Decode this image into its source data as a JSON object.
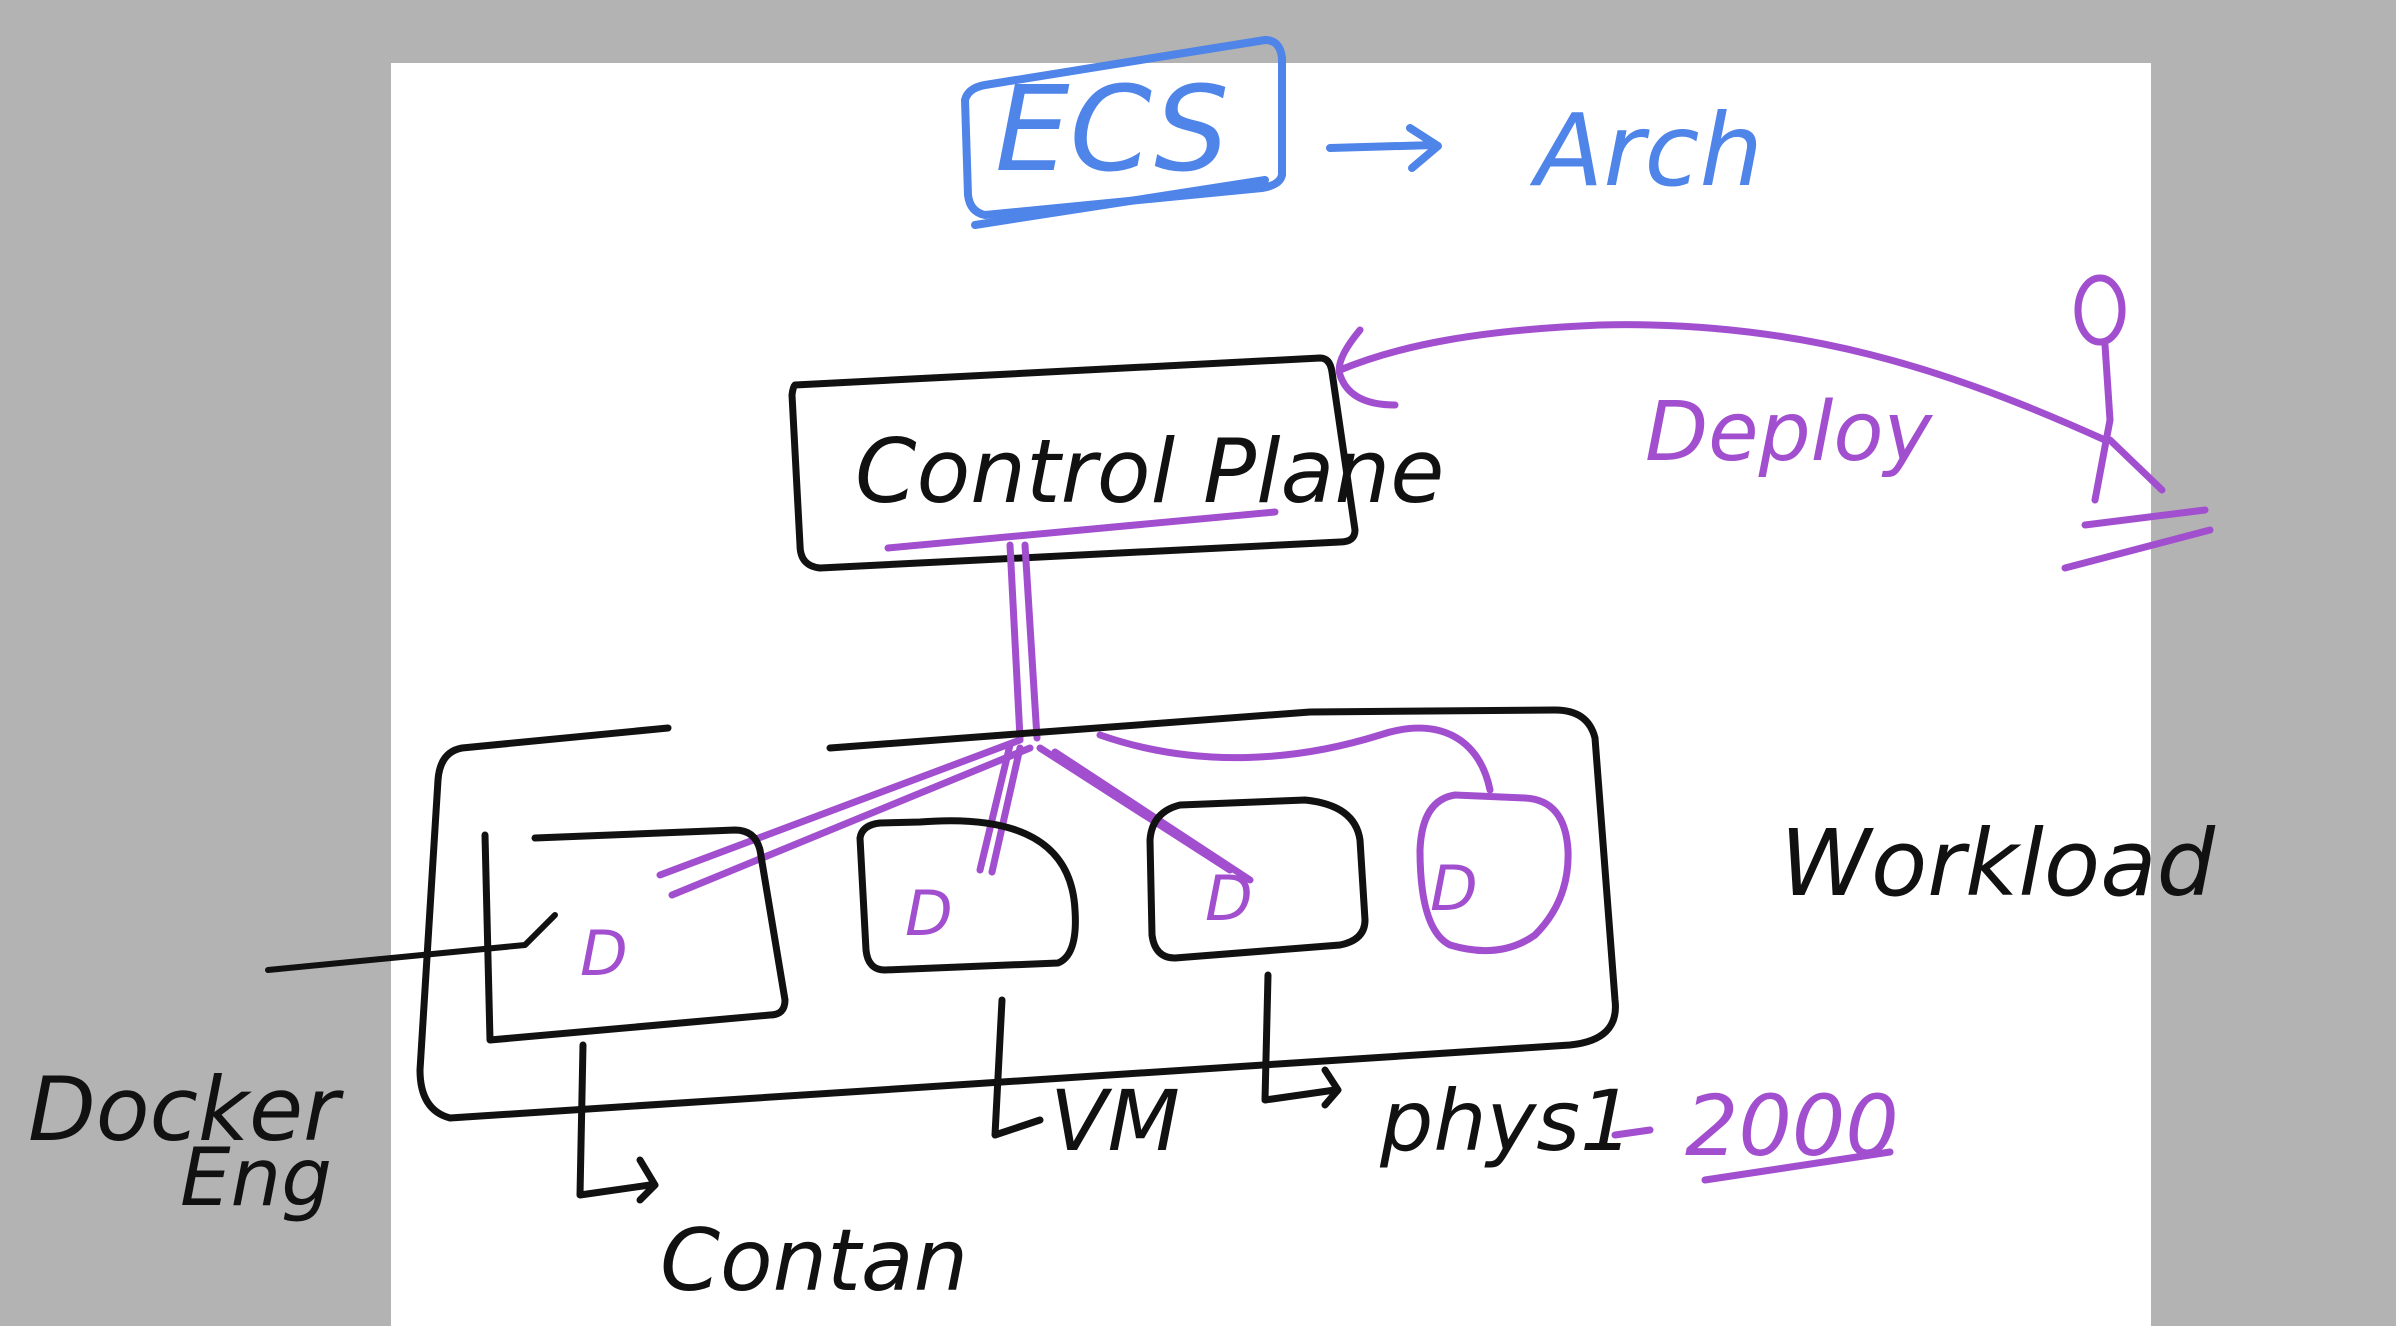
{
  "colors": {
    "background": "#b3b3b3",
    "page": "#ffffff",
    "blue_ink": "#4f84e8",
    "purple_ink": "#a24fcf",
    "black_ink": "#111111"
  },
  "title": {
    "boxed_text": "ECS",
    "arrow_target": "Arch"
  },
  "control_plane": {
    "label": "Control Plane"
  },
  "user": {
    "icon": "stick-figure-icon",
    "action_label": "Deploy"
  },
  "cluster": {
    "node_marker": "D",
    "label": "Workload"
  },
  "annotations": {
    "docker_engine_line1": "Docker",
    "docker_engine_line2": "Eng",
    "container": "Contan",
    "vm": "VM",
    "physical": "phys1",
    "count": "2000"
  }
}
